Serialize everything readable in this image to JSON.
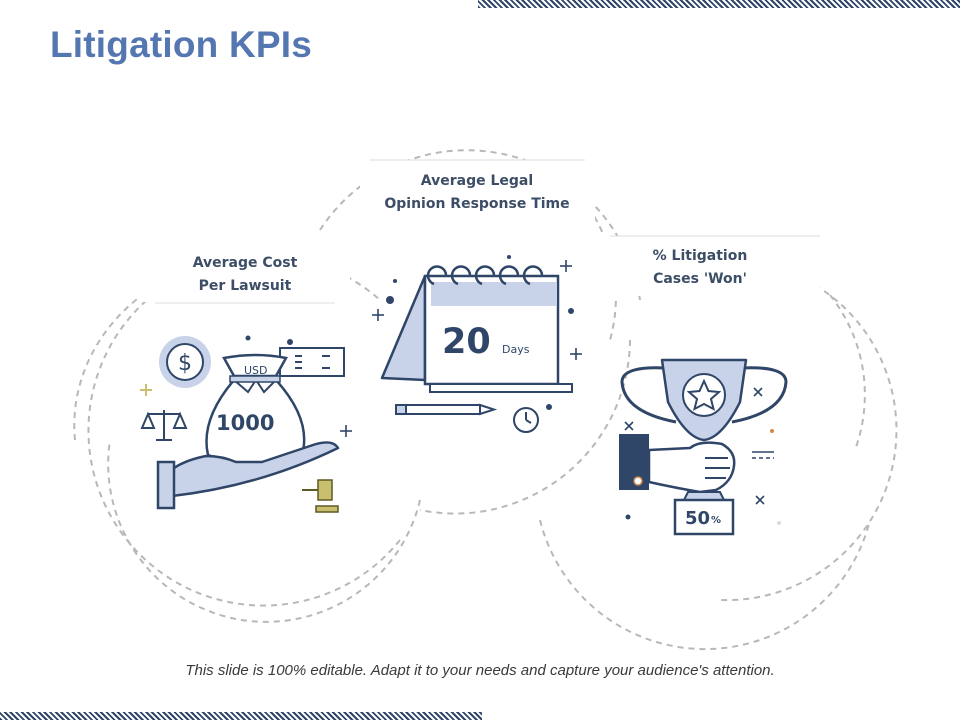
{
  "slide": {
    "title": "Litigation KPIs",
    "footer": "This slide is 100% editable. Adapt it to your needs and capture your audience's attention."
  },
  "colors": {
    "title": "#5577b1",
    "dark_navy": "#2f4668",
    "light_blue": "#c8d3ea",
    "dash_gray": "#b8b8b8"
  },
  "kpis": [
    {
      "label_line1": "Average Cost",
      "label_line2": "Per Lawsuit",
      "value": "1000",
      "currency": "USD",
      "icons": [
        "money-bag-icon",
        "dollar-coin-icon",
        "banknote-icon",
        "scales-of-justice-icon",
        "gavel-icon",
        "open-hand-icon"
      ]
    },
    {
      "label_line1": "Average Legal",
      "label_line2": "Opinion Response Time",
      "value": "20",
      "unit": "Days",
      "icons": [
        "calendar-icon",
        "pencil-icon",
        "clock-icon"
      ]
    },
    {
      "label_line1": "% Litigation",
      "label_line2": "Cases 'Won'",
      "value": "50",
      "unit": "%",
      "icons": [
        "trophy-icon",
        "star-icon",
        "hand-holding-trophy-icon"
      ]
    }
  ]
}
